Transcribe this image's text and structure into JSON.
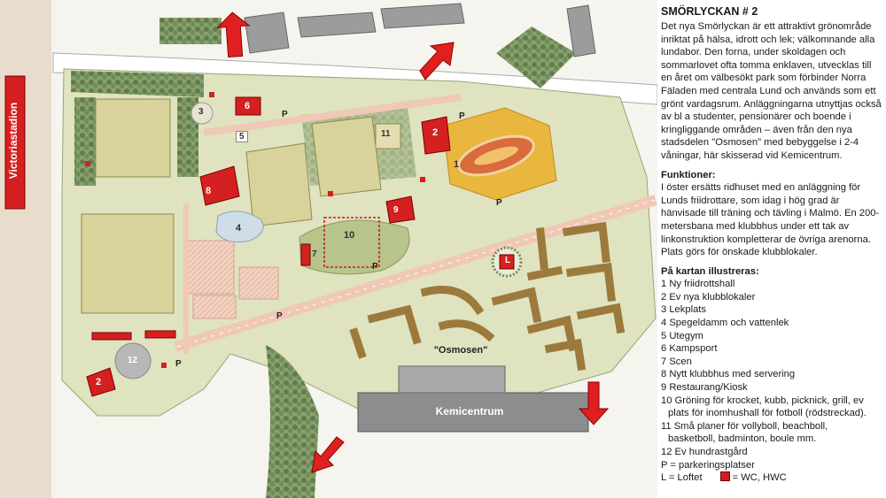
{
  "panel": {
    "title": "SMÖRLYCKAN # 2",
    "intro": "Det nya Smörlyckan är ett attraktivt grönområde inriktat på hälsa, idrott och lek; välkomnande alla lundabor. Den forna, under skoldagen och sommarlovet ofta tomma enklaven, utvecklas till en året om välbesökt park som förbinder Norra Fäladen med centrala Lund och används som ett grönt vardagsrum. Anläggningarna utnyttjas också av bl a studenter, pensionärer och boende i kringliggande områden – även från den nya stadsdelen \"Osmosen\" med bebyggelse i 2-4 våningar, här skisserad vid Kemicentrum.",
    "functions_heading": "Funktioner:",
    "functions_text": "I öster ersätts ridhuset med en anläggning för Lunds friidrottare, som idag i hög grad är hänvisade till träning och tävling i Malmö. En 200-metersbana med klubbhus under ett tak av linkonstruktion kompletterar de övriga arenorna. Plats görs för önskade klubblokaler.",
    "legend_heading": "På kartan illustreras:",
    "legend_items": [
      "1 Ny friidrottshall",
      "2 Ev nya klubblokaler",
      "3 Lekplats",
      "4 Spegeldamm och vattenlek",
      "5 Utegym",
      "6 Kampsport",
      "7 Scen",
      "8 Nytt klubbhus med servering",
      "9 Restaurang/Kiosk",
      "10 Gröning för krocket, kubb, picknick, grill, ev",
      "plats för inomhushall för fotboll (rödstreckad).",
      "11 Små planer för vollyboll, beachboll,",
      "basketboll, badminton, boule mm.",
      "12 Ev hundrastgård",
      "P = parkeringsplatser"
    ],
    "legend_last_left": "L = Loftet",
    "legend_last_right": "=  WC, HWC"
  },
  "map": {
    "labels": {
      "victoriastadion": "Victoriastadion",
      "kemicentrum": "Kemicentrum",
      "osmosen": "\"Osmosen\"",
      "loftet": "L",
      "parking": "P"
    },
    "zones": [
      "1",
      "2",
      "3",
      "4",
      "5",
      "6",
      "7",
      "8",
      "9",
      "10",
      "11",
      "12",
      "2"
    ],
    "colors": {
      "red": "#d42020",
      "grass": "#cfd6a0",
      "field": "#d8d49a",
      "tree": "#6f8c5a",
      "path": "#f1d4c5",
      "housing": "#9c7a3c",
      "building": "#8d8d8d",
      "track": "#e7b23c"
    }
  }
}
